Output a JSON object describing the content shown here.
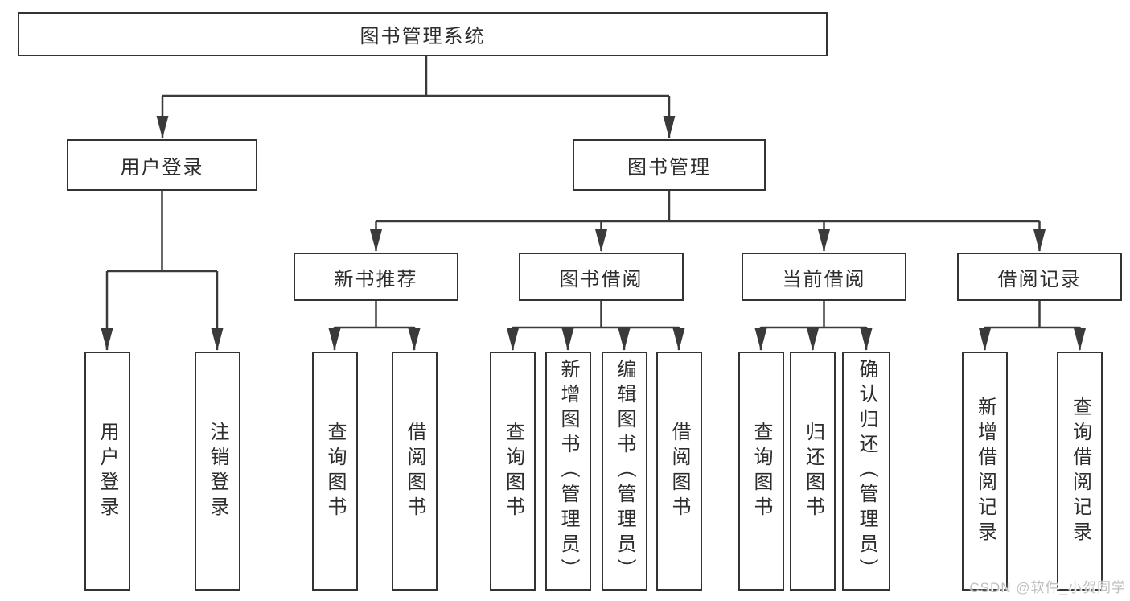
{
  "colors": {
    "line": "#3a3a3a",
    "border": "#333333",
    "text": "#2d2d2d",
    "watermark": "#bfbfbf",
    "background": "#ffffff"
  },
  "watermark": "CSDN @软件_小贺同学",
  "tree": {
    "root": {
      "label": "图书管理系统"
    },
    "branches": [
      {
        "label": "用户登录",
        "children": [
          {
            "label": "用户登录"
          },
          {
            "label": "注销登录"
          }
        ]
      },
      {
        "label": "图书管理",
        "children": [
          {
            "label": "新书推荐",
            "children": [
              {
                "label": "查询图书"
              },
              {
                "label": "借阅图书"
              }
            ]
          },
          {
            "label": "图书借阅",
            "children": [
              {
                "label": "查询图书"
              },
              {
                "label": "新增图书（管理员）"
              },
              {
                "label": "编辑图书（管理员）"
              },
              {
                "label": "借阅图书"
              }
            ]
          },
          {
            "label": "当前借阅",
            "children": [
              {
                "label": "查询图书"
              },
              {
                "label": "归还图书"
              },
              {
                "label": "确认归还（管理员）"
              }
            ]
          },
          {
            "label": "借阅记录",
            "children": [
              {
                "label": "新增借阅记录"
              },
              {
                "label": "查询借阅记录"
              }
            ]
          }
        ]
      }
    ]
  }
}
